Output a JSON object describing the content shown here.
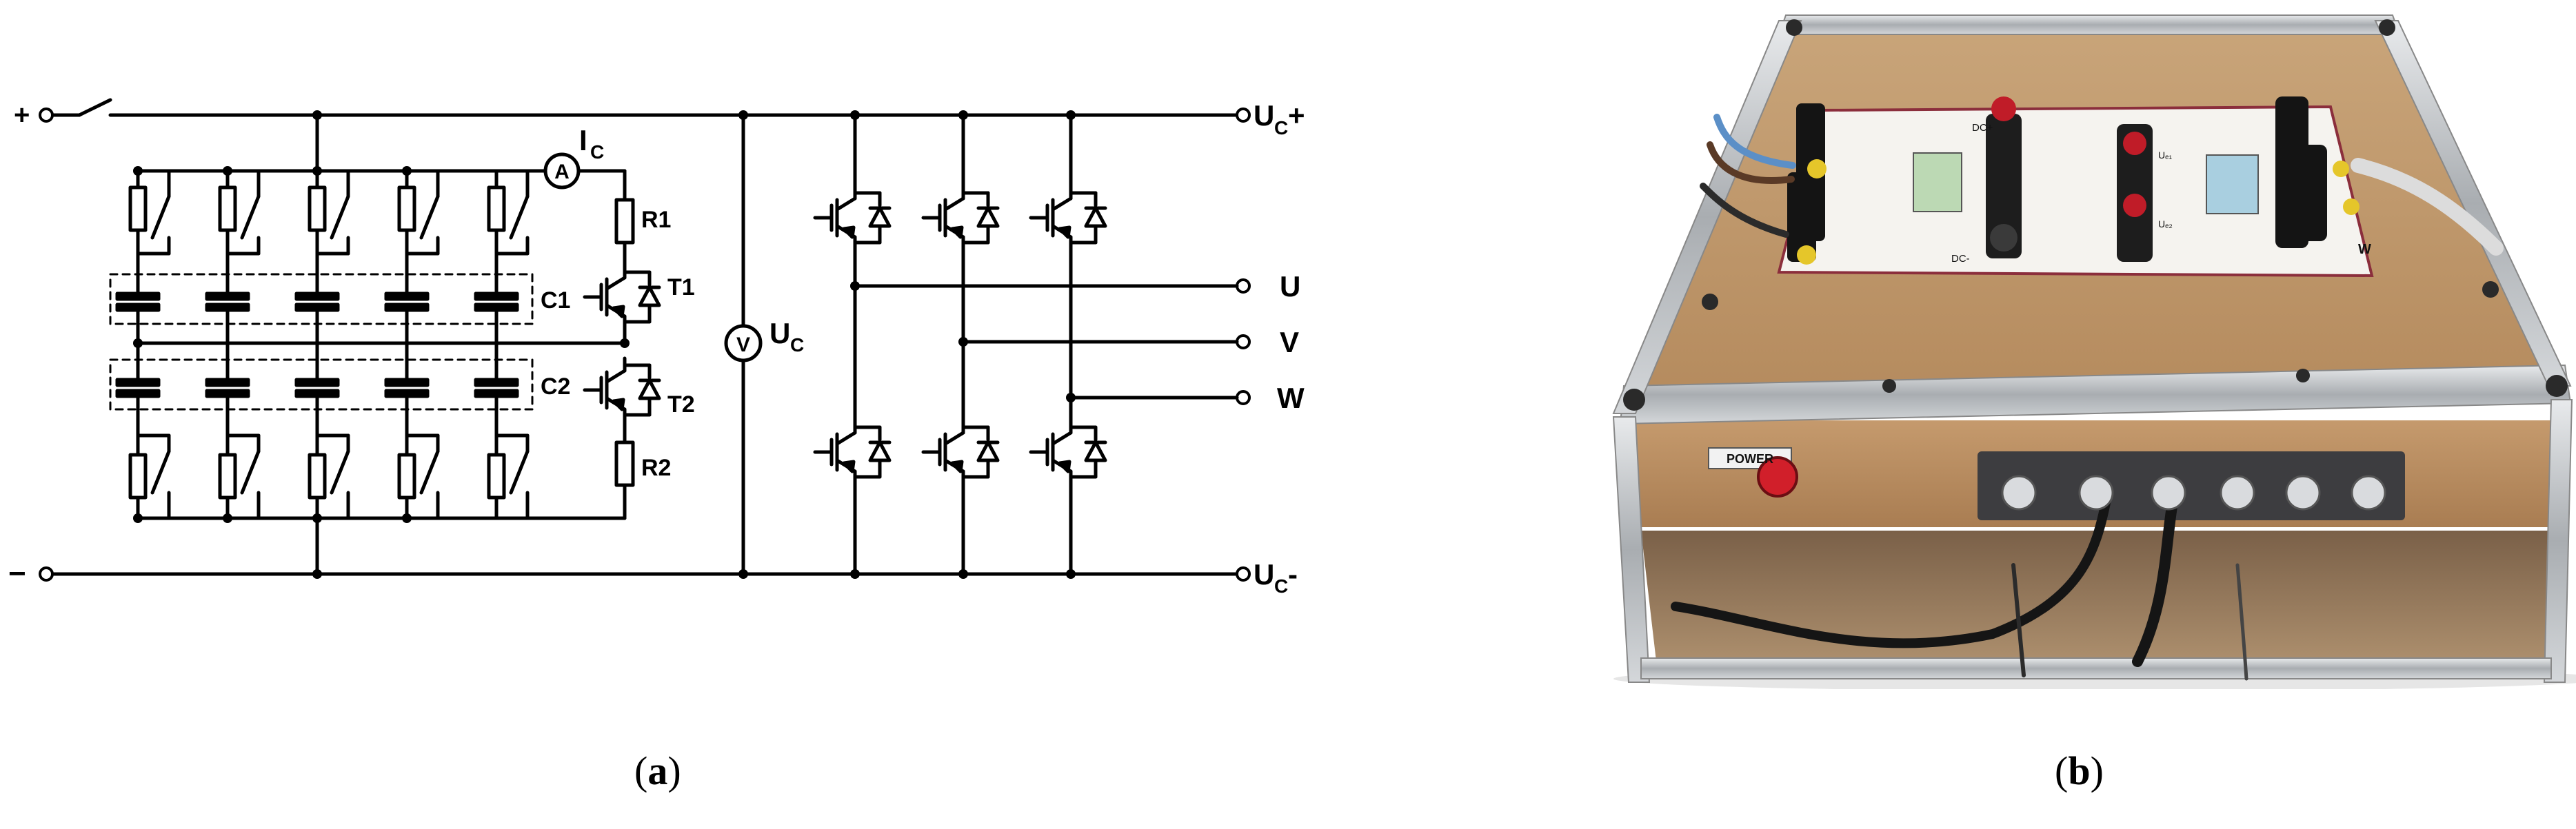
{
  "terminals": {
    "plus": "+",
    "minus": "−",
    "uc_plus_main": "U",
    "uc_plus_sub": "C",
    "uc_plus_suffix": "+",
    "uc_minus_main": "U",
    "uc_minus_sub": "C",
    "uc_minus_suffix": "-",
    "u": "U",
    "v": "V",
    "w": "W"
  },
  "components": {
    "ammeter": "A",
    "voltmeter": "V",
    "ic_main": "I",
    "ic_sub": "C",
    "uc_main": "U",
    "uc_sub": "C",
    "r1": "R1",
    "r2": "R2",
    "t1": "T1",
    "t2": "T2",
    "c1": "C1",
    "c2": "C2"
  },
  "photo_labels": {
    "power": "POWER",
    "dc_plus": "DC+",
    "dc_minus": "DC-",
    "uc1": "Uₑ₁",
    "uc2": "Uₑ₂",
    "w": "W"
  },
  "captions": {
    "a_open": "(",
    "a_letter": "a",
    "a_close": ")",
    "b_open": "(",
    "b_letter": "b",
    "b_close": ")"
  }
}
